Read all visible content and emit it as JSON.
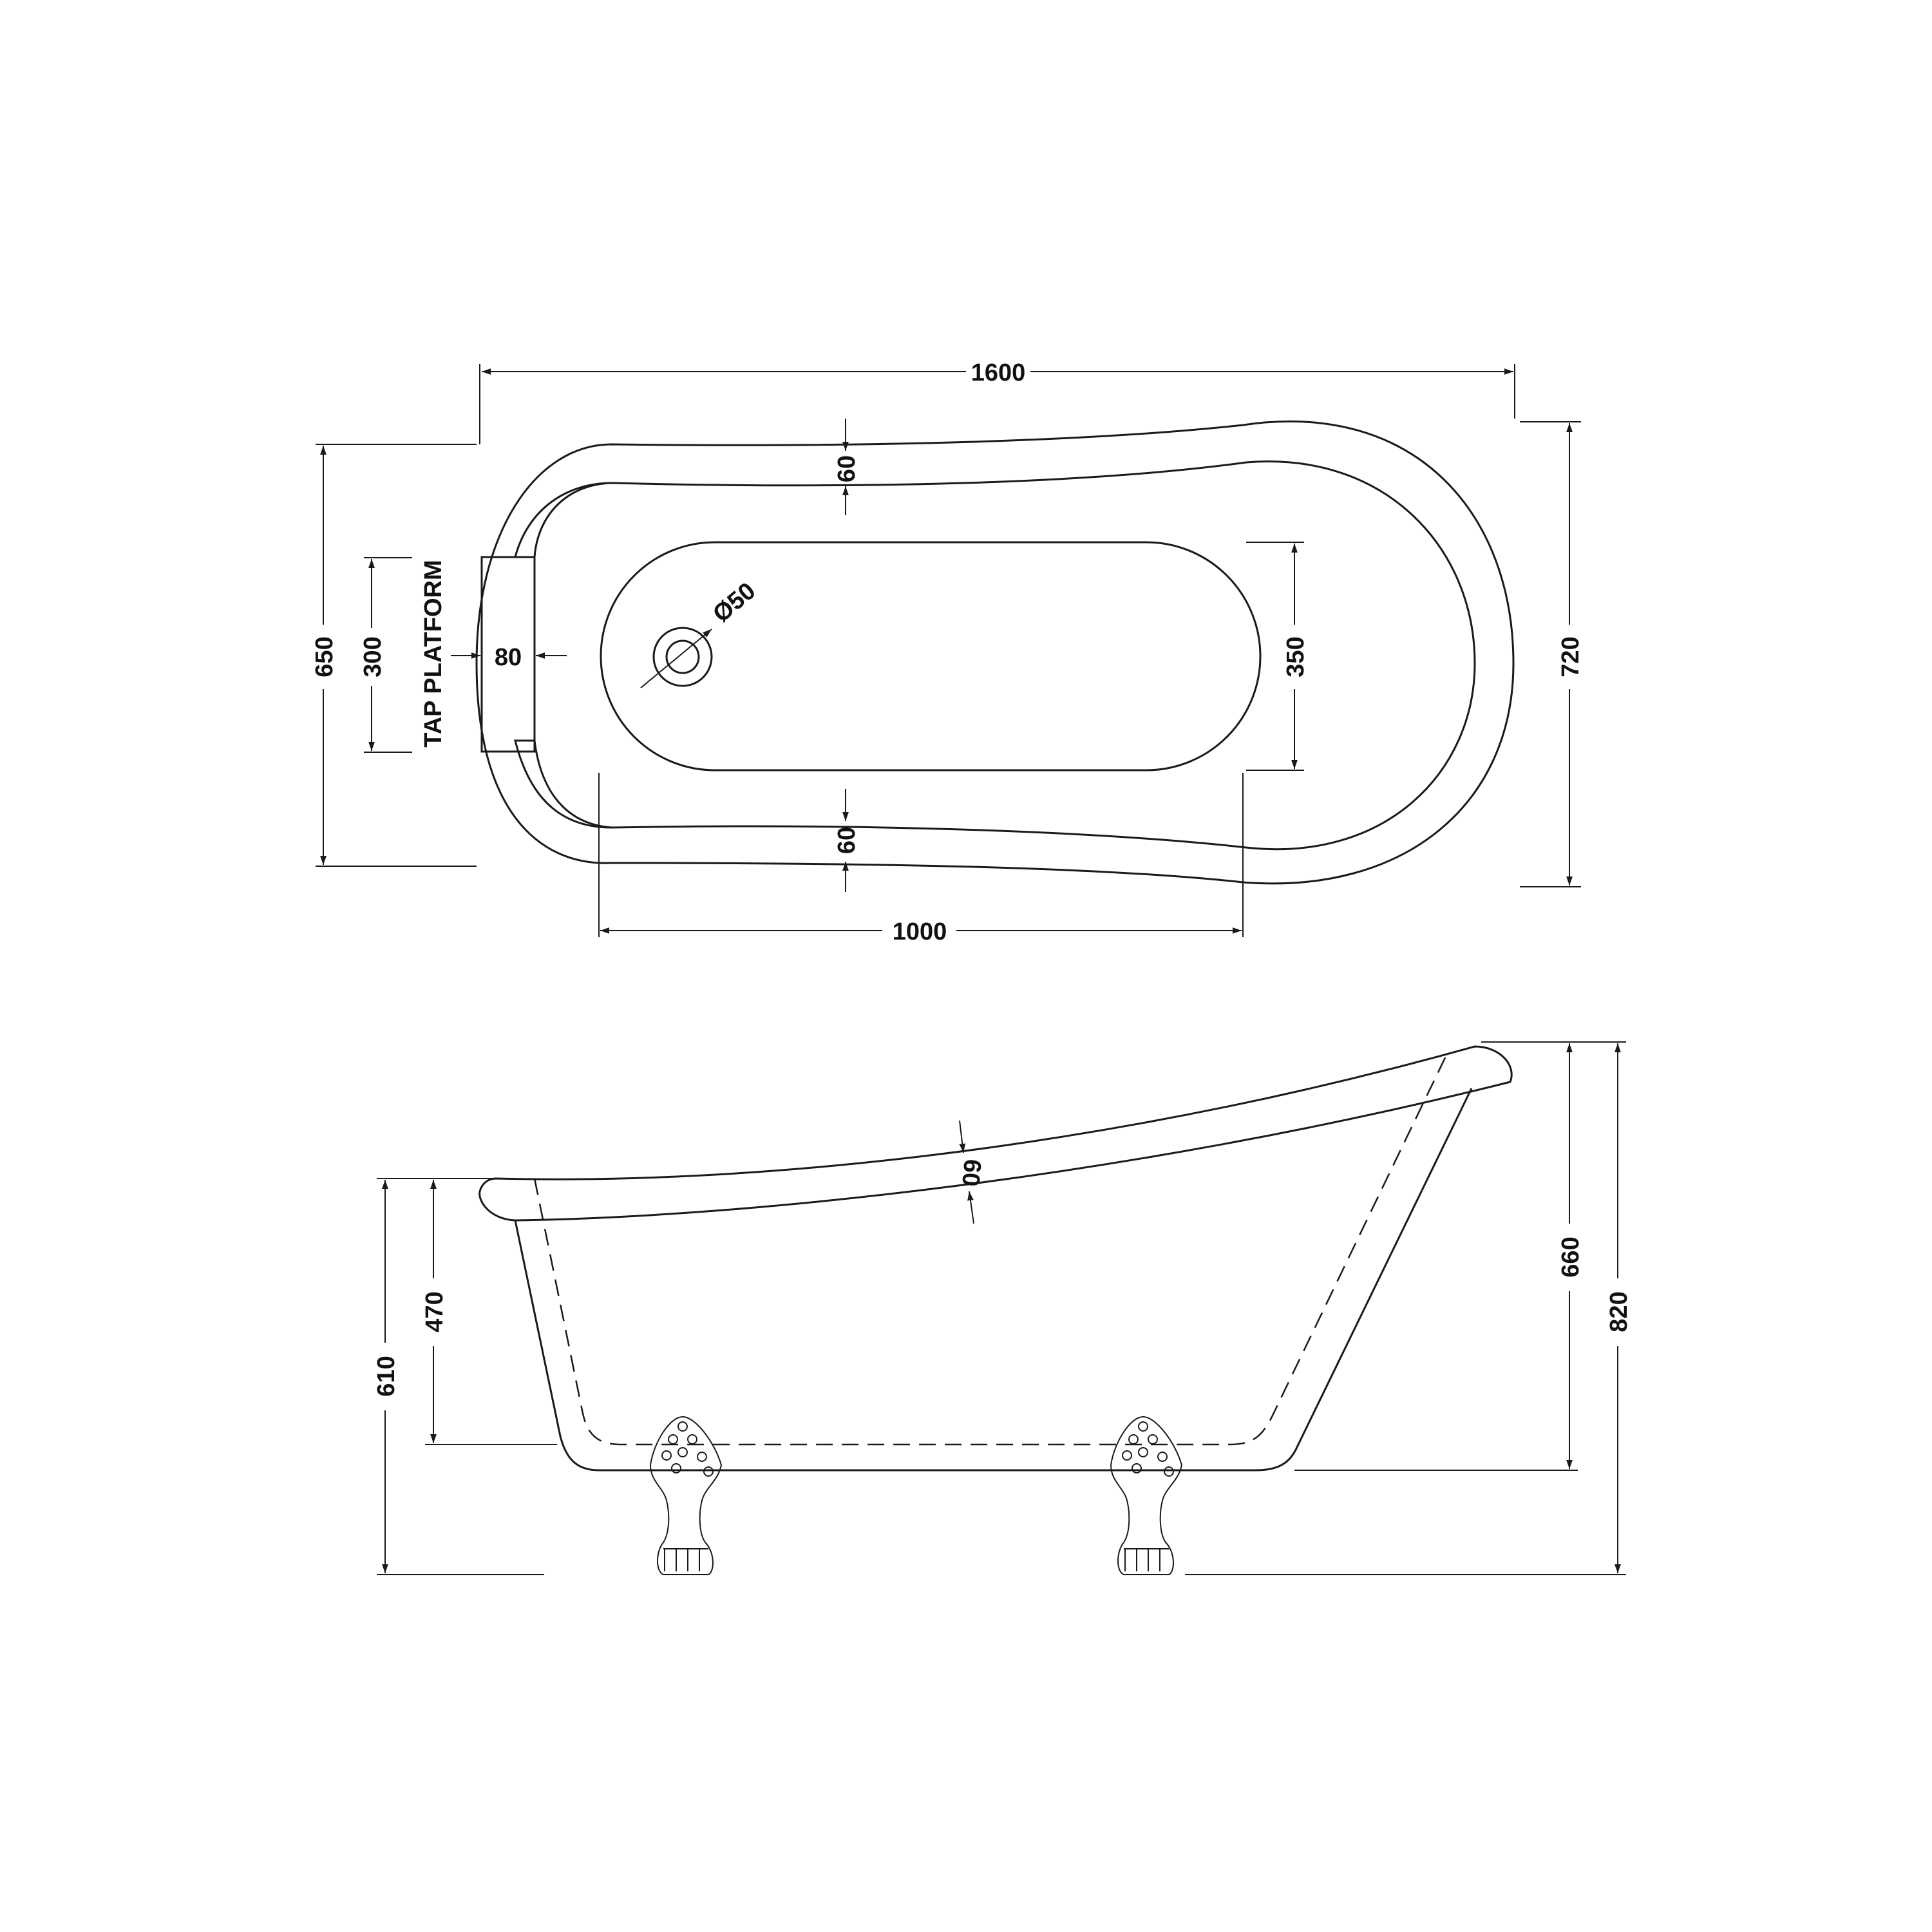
{
  "plan_view": {
    "overall_length": "1600",
    "head_end_width": "720",
    "foot_end_width": "650",
    "rim_width_top": "60",
    "rim_width_bottom": "60",
    "tap_platform_depth": "80",
    "tap_platform_width": "300",
    "tap_platform_label": "TAP PLATFORM",
    "waste_diameter": "Ø50",
    "base_width": "350",
    "base_length": "1000"
  },
  "side_view": {
    "rim_thickness": "60",
    "foot_end_depth": "470",
    "foot_end_height": "610",
    "head_end_depth": "660",
    "head_end_height": "820"
  },
  "colors": {
    "line": "#1a1a1a",
    "text": "#111111",
    "background": "#ffffff"
  }
}
